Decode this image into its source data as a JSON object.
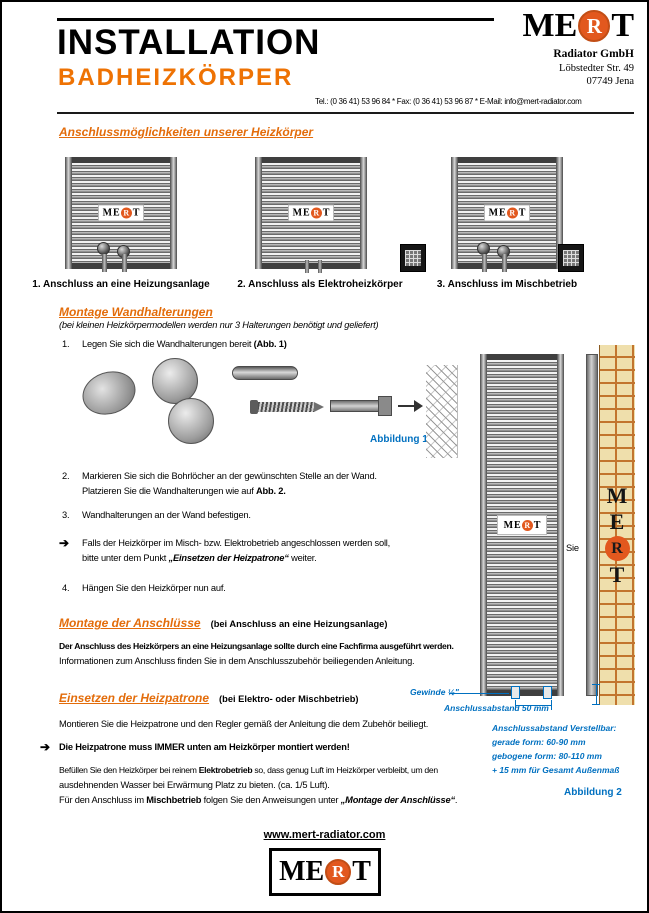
{
  "colors": {
    "accent_orange": "#EE7203",
    "heading_orange": "#E36C0A",
    "annotation_blue": "#0070C0",
    "logo_circle": "#E2581E"
  },
  "header": {
    "title": "INSTALLATION",
    "subtitle": "BADHEIZKÖRPER",
    "contact": "Tel.: (0 36 41) 53 96 84  *  Fax: (0 36 41) 53 96 87  *  E-Mail: info@mert-radiator.com",
    "company_name": "Radiator GmbH",
    "company_street": "Löbstedter Str. 49",
    "company_city": "07749 Jena"
  },
  "logo": {
    "m": "M",
    "e": "E",
    "r": "R",
    "t": "T"
  },
  "sections": {
    "anschluss": {
      "heading": "Anschlussmöglichkeiten unserer Heizkörper",
      "caption1": "1. Anschluss an eine Heizungsanlage",
      "caption2": "2. Anschluss als Elektroheizkörper",
      "caption3": "3. Anschluss im Mischbetrieb"
    },
    "wand": {
      "heading": "Montage Wandhalterungen",
      "note": "(bei kleinen Heizkörpermodellen werden nur 3 Halterungen benötigt und geliefert)",
      "step1_num": "1.",
      "step1_text": "Legen Sie sich die Wandhalterungen bereit ",
      "step1_bold": "(Abb. 1)",
      "fig1_label": "Abbildung 1",
      "step2_num": "2.",
      "step2_line1": "Markieren Sie sich die Bohrlöcher an der gewünschten Stelle an der Wand.",
      "step2_line2": "Platzieren Sie die Wandhalterungen wie auf ",
      "step2_line2_bold": "Abb. 2.",
      "step3_num": "3.",
      "step3_text": "Wandhalterungen an der Wand befestigen.",
      "arrow_glyph": "➔",
      "note1_line1": "Falls der Heizkörper im Misch- bzw. Elektrobetrieb angeschlossen werden soll,",
      "note1_line2": "bitte unter dem Punkt ",
      "note1_line2_bold": "„Einsetzen der Heizpatrone“",
      "note1_line2_end": " weiter.",
      "overflow_word": "Sie",
      "step4_num": "4.",
      "step4_text": "Hängen Sie den Heizkörper nun auf."
    },
    "anschluesse": {
      "heading": "Montage der Anschlüsse",
      "suffix": "(bei Anschluss an eine Heizungsanlage)",
      "bold_line": "Der Anschluss des Heizkörpers an eine Heizungsanlage sollte durch eine Fachfirma ausgeführt werden.",
      "info_line": "Informationen zum Anschluss finden Sie in dem Anschlusszubehör beiliegenden Anleitung."
    },
    "heizpatrone": {
      "heading": "Einsetzen der Heizpatrone",
      "suffix": "(bei Elektro- oder Mischbetrieb)",
      "p1": "Montieren Sie die Heizpatrone und den Regler gemäß der Anleitung die dem Zubehör beiliegt.",
      "arrow_glyph": "➔",
      "warning": "Die Heizpatrone muss IMMER unten am Heizkörper montiert werden!",
      "p2_line1_a": "Befüllen Sie den Heizkörper bei reinem ",
      "p2_line1_b": "Elektrobetrieb",
      "p2_line1_c": " so, dass genug Luft im Heizkörper verbleibt, um den",
      "p2_line2": "ausdehnenden Wasser bei Erwärmung Platz zu bieten. (ca. 1/5 Luft).",
      "p3_a": "Für den Anschluss im ",
      "p3_b": "Mischbetrieb",
      "p3_c": " folgen Sie den Anweisungen unter ",
      "p3_d": "„Montage der Anschlüsse“",
      "p3_e": "."
    }
  },
  "figure2": {
    "gewinde": "Gewinde ½\"",
    "abstand": "Anschlussabstand 50 mm",
    "adjust_title": "Anschlussabstand Verstellbar:",
    "adjust_line1": "gerade form: 60-90 mm",
    "adjust_line2": "gebogene form: 80-110 mm",
    "adjust_line3": "+ 15 mm für Gesamt Außenmaß",
    "label": "Abbildung 2"
  },
  "footer": {
    "url": "www.mert-radiator.com"
  }
}
